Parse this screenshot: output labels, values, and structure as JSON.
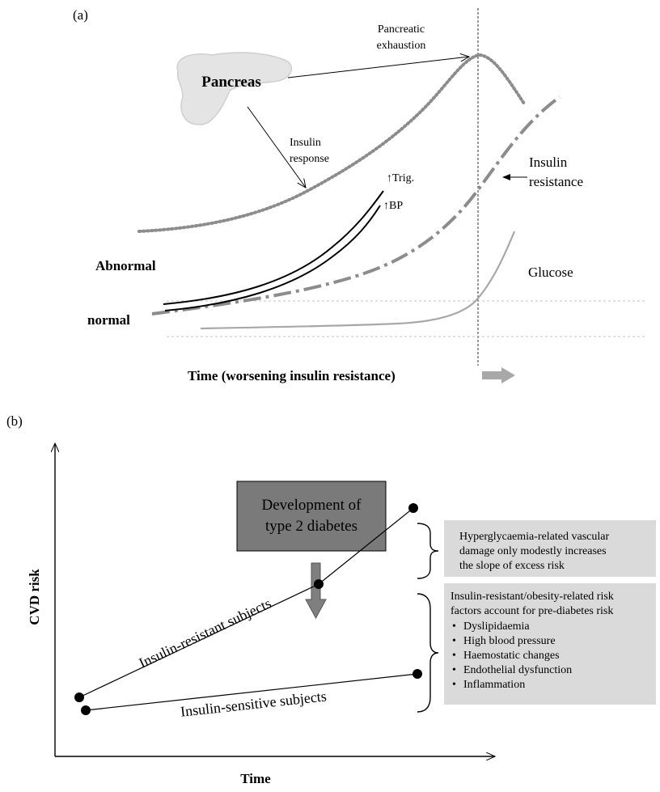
{
  "panel_a": {
    "label": "(a)",
    "pancreas": "Pancreas",
    "pancreatic_exhaustion_1": "Pancreatic",
    "pancreatic_exhaustion_2": "exhaustion",
    "insulin_response_1": "Insulin",
    "insulin_response_2": "response",
    "trig": "↑Trig.",
    "bp": "↑BP",
    "insulin_resistance_1": "Insulin",
    "insulin_resistance_2": "resistance",
    "abnormal": "Abnormal",
    "glucose": "Glucose",
    "normal": "normal",
    "time_axis": "Time (worsening insulin resistance)"
  },
  "panel_b": {
    "label": "(b)",
    "dev_box_1": "Development of",
    "dev_box_2": "type 2 diabetes",
    "y_axis": "CVD risk",
    "x_axis": "Time",
    "insulin_resistant": "Insulin-resistant subjects",
    "insulin_sensitive": "Insulin-sensitive subjects",
    "box1_lines": [
      "Hyperglycaemia-related vascular",
      "damage only modestly increases",
      "the slope of excess risk"
    ],
    "box2_lines": [
      "Insulin-resistant/obesity-related risk",
      "factors account for pre-diabetes risk"
    ],
    "box2_bullets": [
      "Dyslipidaemia",
      "High blood pressure",
      "Haemostatic changes",
      "Endothelial dysfunction",
      "Inflammation"
    ]
  },
  "colors": {
    "box_fill": "#dadada",
    "dev_box_fill": "#7a7a7a",
    "curve_gray": "#8c8c8c",
    "glucose_gray": "#a8a8a8"
  }
}
